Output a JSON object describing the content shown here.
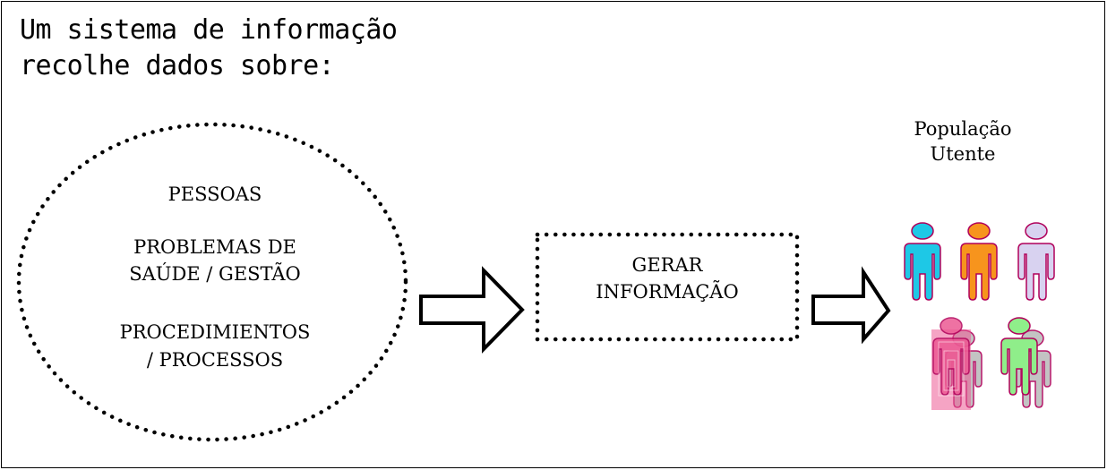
{
  "heading": {
    "line1": "Um sistema de informação",
    "line2": "recolhe dados sobre:"
  },
  "circle": {
    "item1": "PESSOAS",
    "item2_line1": "PROBLEMAS DE",
    "item2_line2": "SAÚDE / GESTÃO",
    "item3_line1": "PROCEDIMIENTOS",
    "item3_line2": "/ PROCESSOS"
  },
  "process_box": {
    "line1": "GERAR",
    "line2": "INFORMAÇÃO"
  },
  "population": {
    "line1": "População",
    "line2": "Utente"
  },
  "people_colors": [
    "#1ec8e6",
    "#f7941d",
    "#d8d2f0",
    "#ec5a93",
    "#8fee8a"
  ]
}
